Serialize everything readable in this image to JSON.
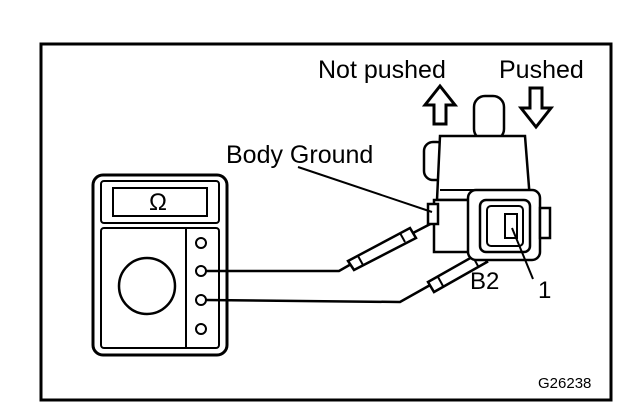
{
  "labels": {
    "not_pushed": "Not pushed",
    "pushed": "Pushed",
    "body_ground": "Body Ground",
    "terminal": "B2",
    "pin_number": "1",
    "figure_code": "G26238"
  },
  "meter": {
    "display_symbol": "Ω"
  },
  "icons": {
    "up_arrow": "outline-up-arrow-icon",
    "down_arrow": "outline-down-arrow-icon"
  },
  "colors": {
    "ink": "#000000",
    "paper": "#ffffff"
  }
}
